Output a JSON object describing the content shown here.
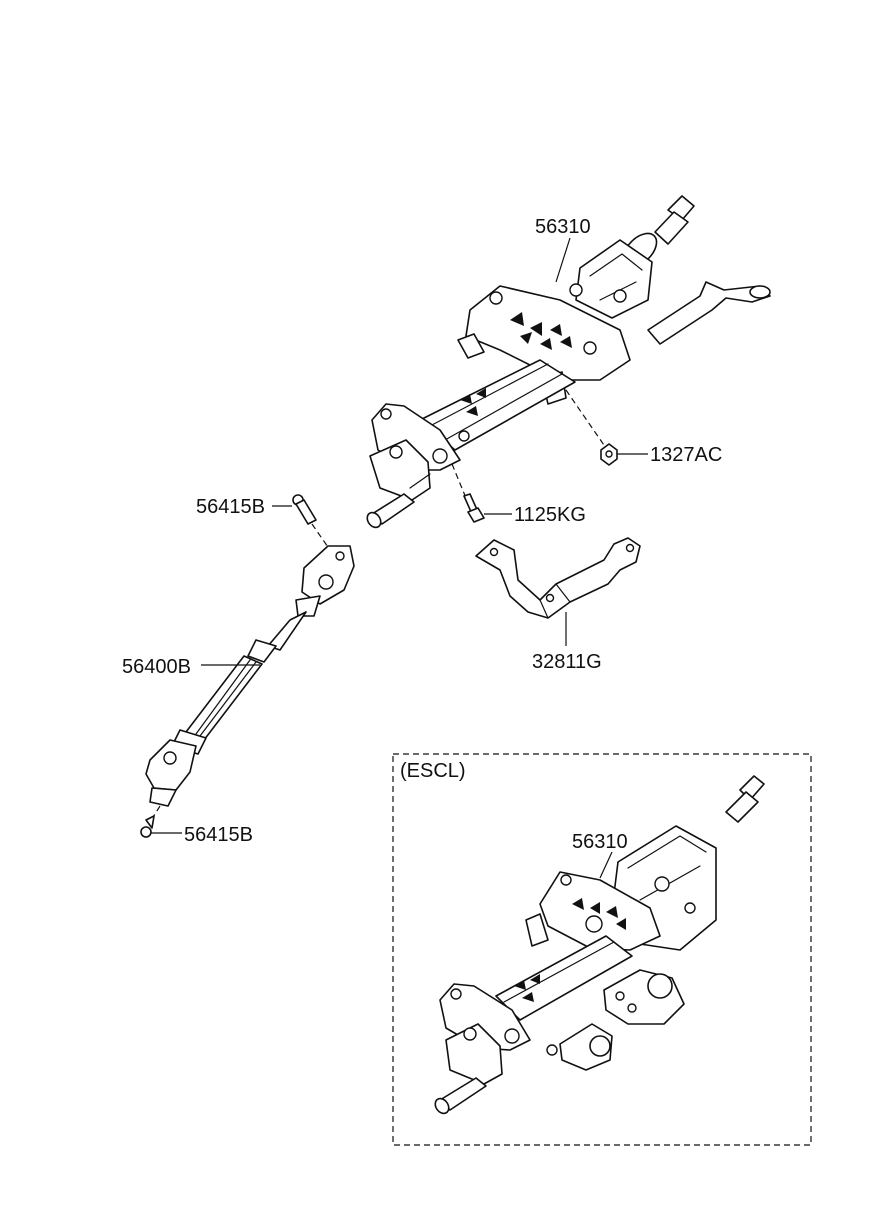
{
  "callouts": {
    "column_main": "56310",
    "nut": "1327AC",
    "bolt_upper": "56415B",
    "bolt_mid": "1125KG",
    "bracket": "32811G",
    "shaft": "56400B",
    "bolt_lower": "56415B",
    "column_escl": "56310"
  },
  "escl_box": {
    "title": "(ESCL)"
  }
}
